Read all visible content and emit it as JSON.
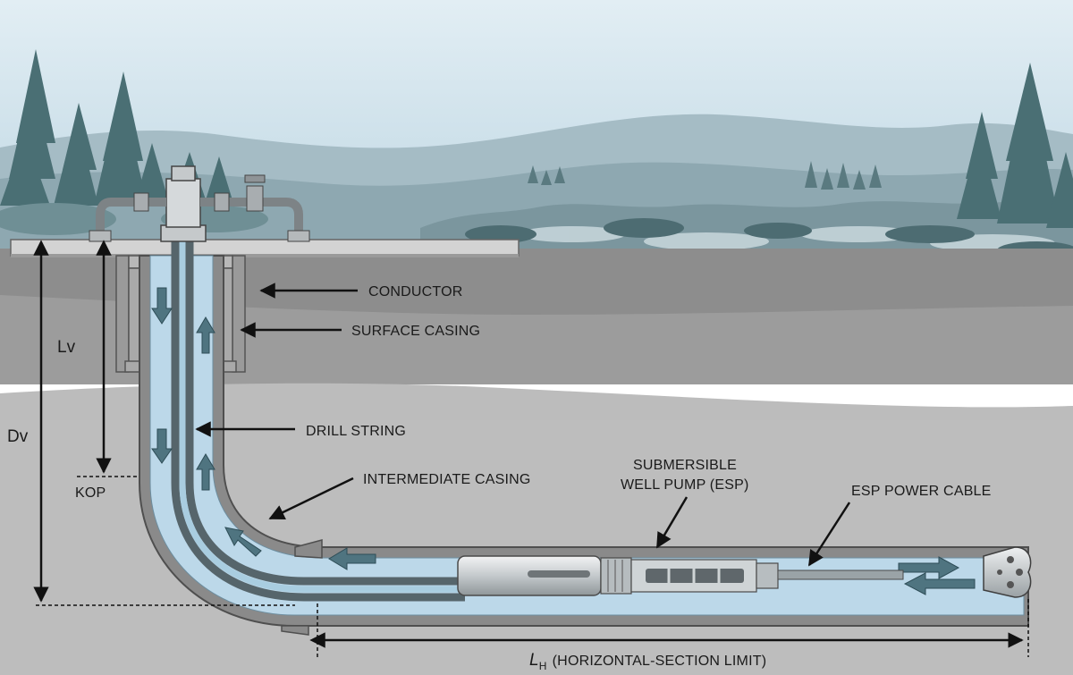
{
  "labels": {
    "conductor": "CONDUCTOR",
    "surface_casing": "SURFACE CASING",
    "drill_string": "DRILL STRING",
    "intermediate_casing": "INTERMEDIATE CASING",
    "esp_line1": "SUBMERSIBLE",
    "esp_line2": "WELL PUMP (ESP)",
    "esp_power_cable": "ESP POWER CABLE",
    "lv": "Lv",
    "dv": "Dv",
    "kop": "KOP",
    "lh_symbol": "L",
    "lh_subscript": "H",
    "lh_description": "(HORIZONTAL-SECTION LIMIT)"
  },
  "colors": {
    "sky_top": "#e8f2f7",
    "sky_bottom": "#c9dde8",
    "hills": "#8fa9b3",
    "trees": "#4a6f74",
    "ground_upper": "#8e8e8e",
    "ground_mid": "#a3a3a3",
    "ground_lower": "#bdbdbd",
    "pad": "#cfcfcf",
    "casing": "#8c8c8c",
    "fluid": "#bcd9ea",
    "drill_string": "#5f6d72",
    "flow_arrow": "#4f7480",
    "pump_body": "#cfd3d5"
  }
}
